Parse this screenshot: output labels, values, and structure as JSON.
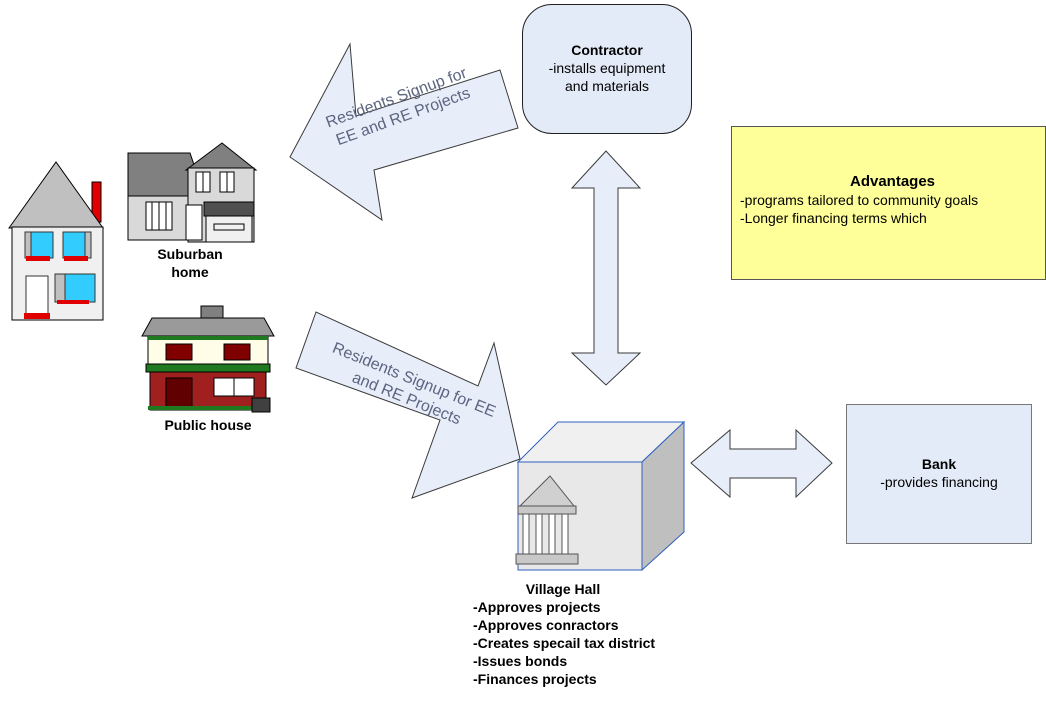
{
  "contractor": {
    "title": "Contractor",
    "lines": [
      "-installs equipment",
      "and materials"
    ]
  },
  "advantages": {
    "title": "Advantages",
    "lines": [
      "-programs tailored to community goals",
      "-Longer financing terms which"
    ]
  },
  "bank": {
    "title": "Bank",
    "lines": [
      "-provides financing"
    ]
  },
  "village_hall": {
    "title": "Village Hall",
    "lines": [
      "-Approves projects",
      "-Approves conractors",
      "-Creates specail tax district",
      "-Issues bonds",
      "-Finances projects"
    ]
  },
  "homes": {
    "suburban_label": [
      "Suburban",
      "home"
    ],
    "public_label": "Public house"
  },
  "arrows": {
    "top_label": [
      "Residents Signup for",
      "EE and RE Projects"
    ],
    "bottom_label": [
      "Residents Signup for EE",
      "and RE Projects"
    ]
  },
  "colors": {
    "box_fill": "#e4ebf8",
    "advantages_fill": "#ffff99",
    "arrow_fill": "#e8eef9",
    "window_fill": "#33ccff",
    "roof_gray": "#808080"
  }
}
